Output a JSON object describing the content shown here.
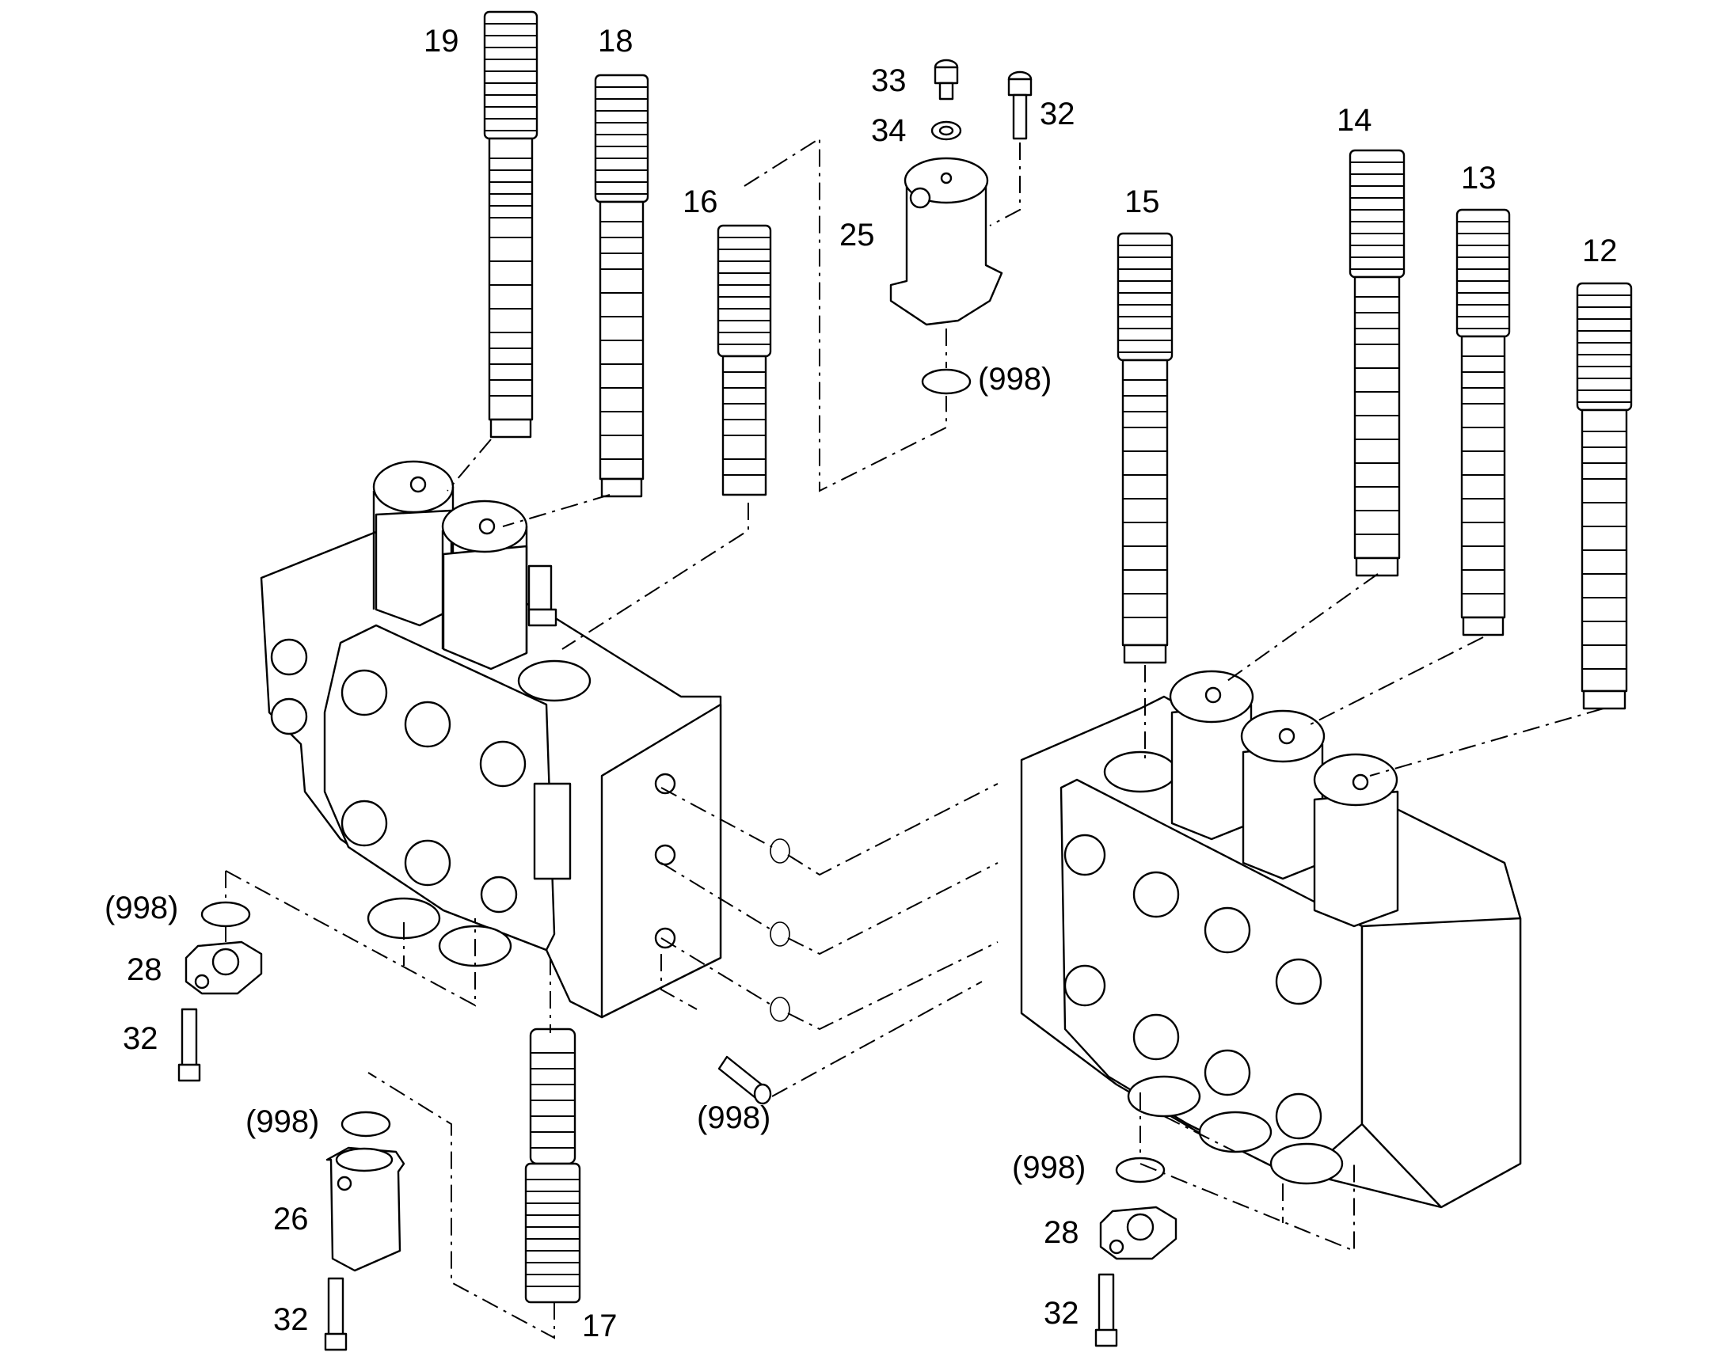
{
  "labels": {
    "l19": "19",
    "l18": "18",
    "l16": "16",
    "l33": "33",
    "l34": "34",
    "l32a": "32",
    "l25": "25",
    "l998a": "(998)",
    "l15": "15",
    "l14": "14",
    "l13": "13",
    "l12": "12",
    "l998b": "(998)",
    "l28a": "28",
    "l32b": "32",
    "l998c": "(998)",
    "l26": "26",
    "l32c": "32",
    "l17": "17",
    "l998d": "(998)",
    "l998e": "(998)",
    "l28b": "28",
    "l32d": "32"
  }
}
